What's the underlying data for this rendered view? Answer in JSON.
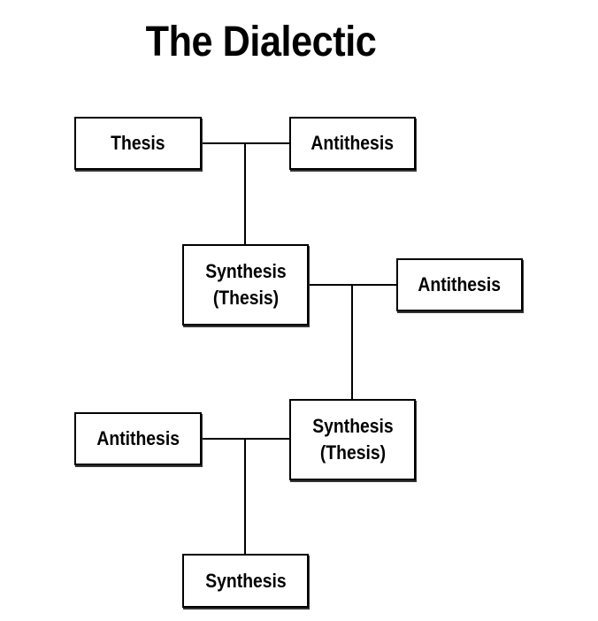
{
  "title": "The Dialectic",
  "nodes": {
    "thesis_1": {
      "label": "Thesis"
    },
    "antithesis_1": {
      "label": "Antithesis"
    },
    "synthesis_1": {
      "line1": "Synthesis",
      "line2": "(Thesis)"
    },
    "antithesis_2": {
      "label": "Antithesis"
    },
    "synthesis_2": {
      "line1": "Synthesis",
      "line2": "(Thesis)"
    },
    "antithesis_3": {
      "label": "Antithesis"
    },
    "synthesis_final": {
      "label": "Synthesis"
    }
  },
  "colors": {
    "line": "#000000",
    "box_fill": "#ffffff",
    "background": "#ffffff"
  }
}
